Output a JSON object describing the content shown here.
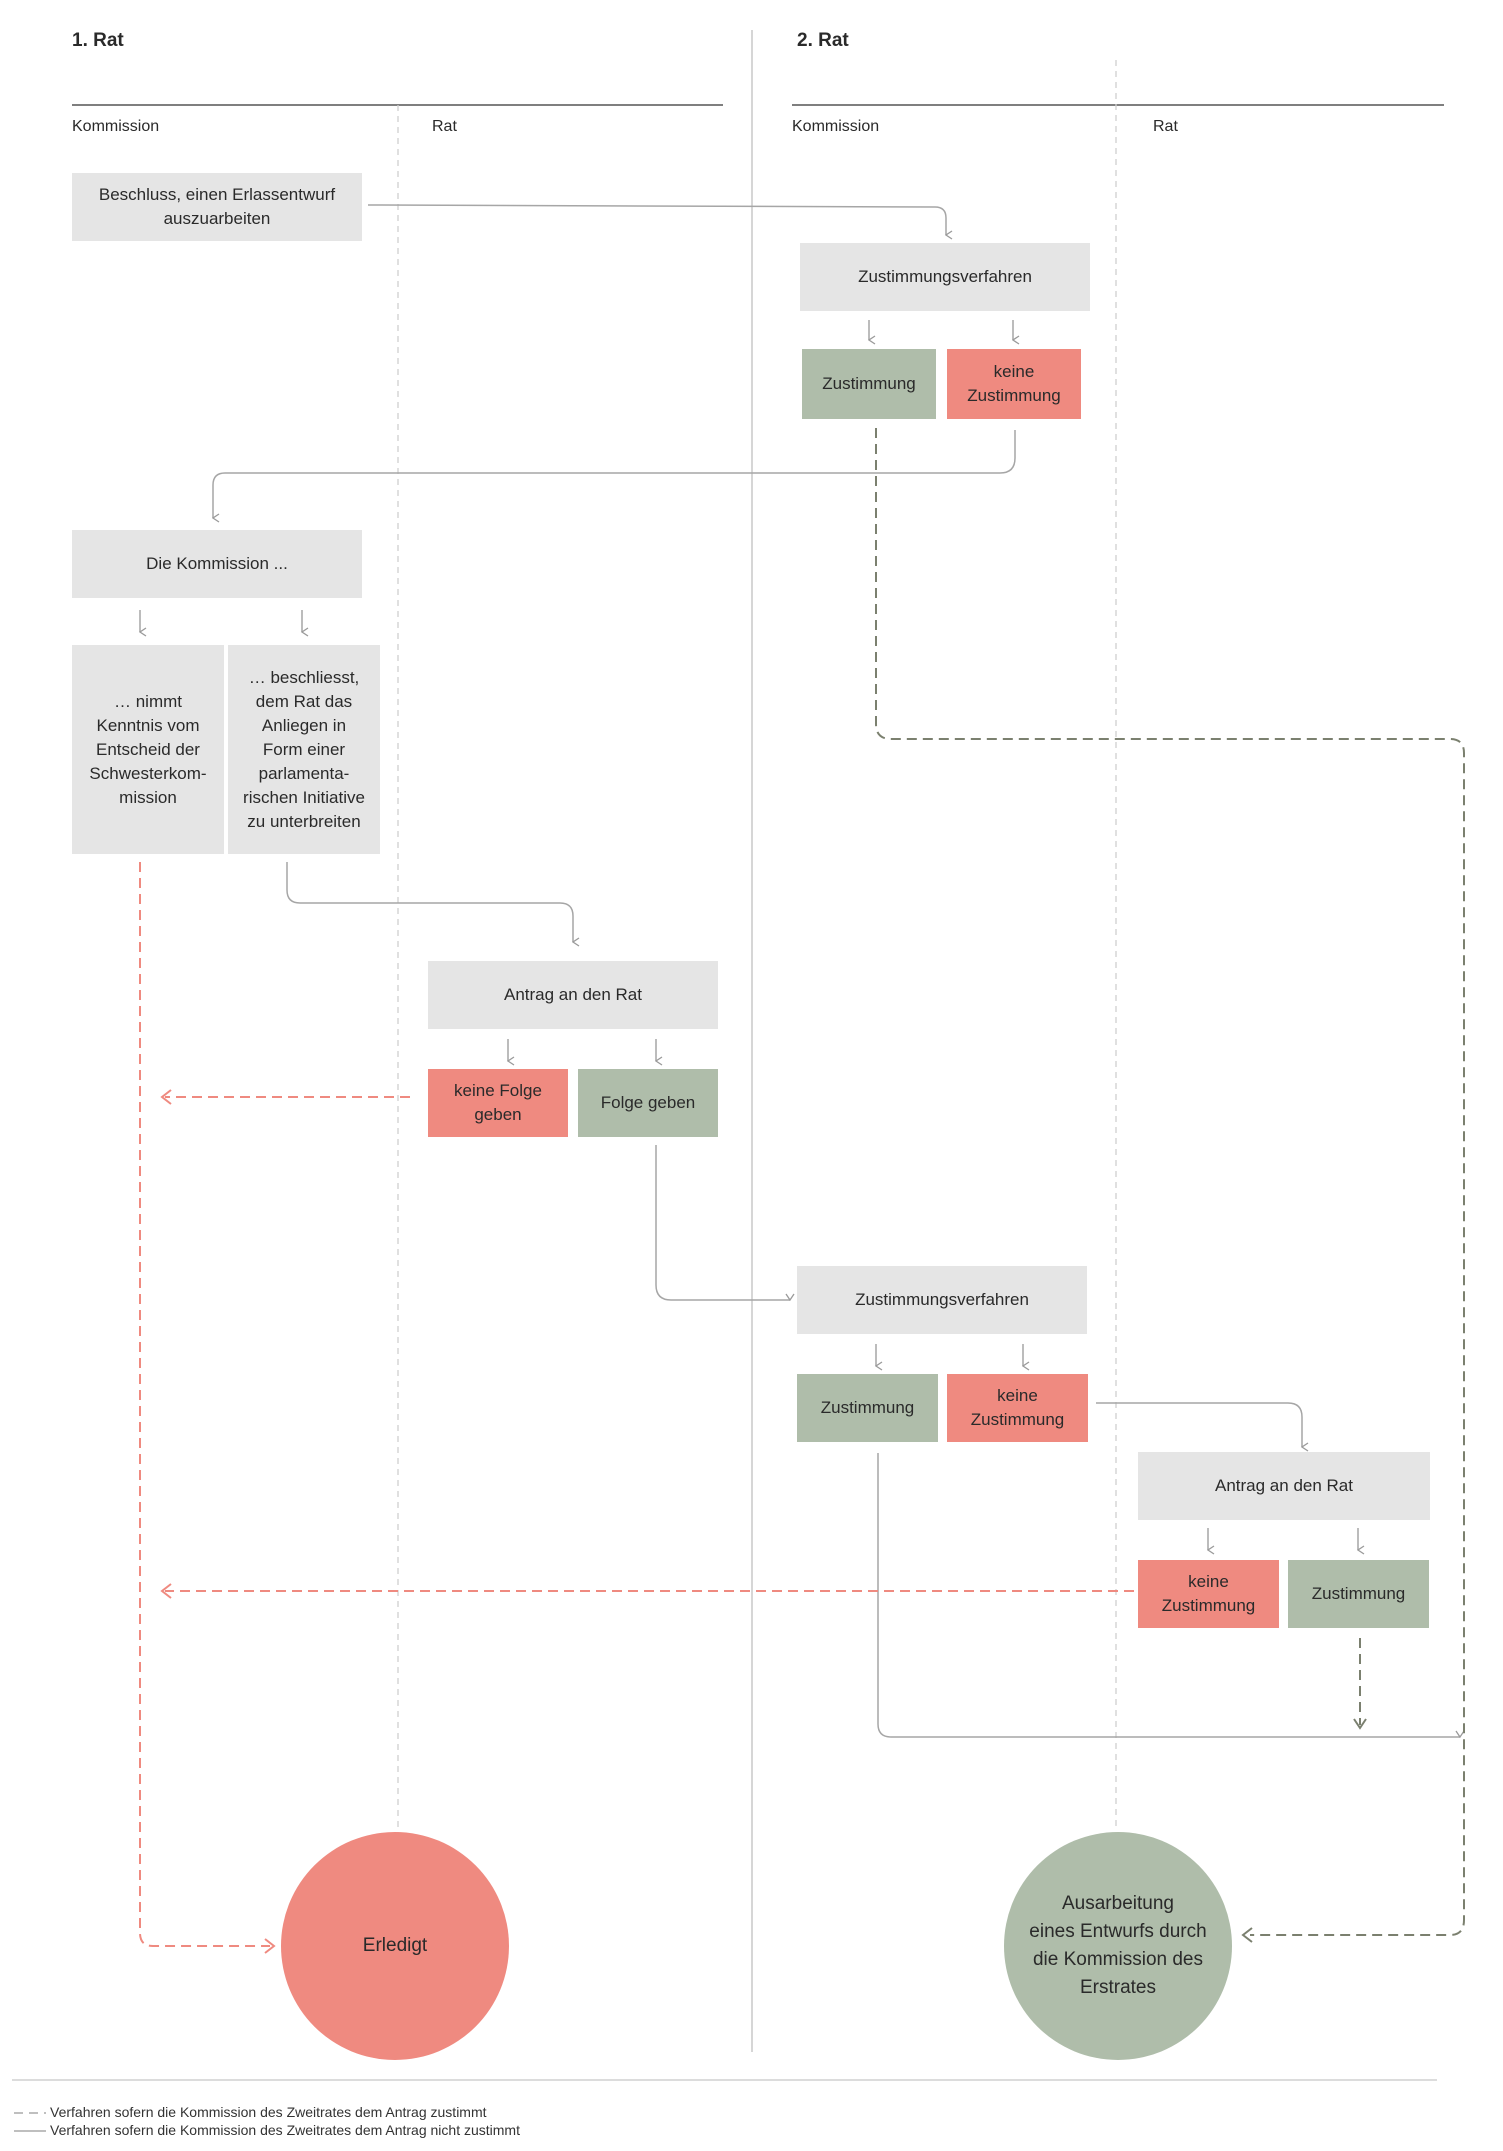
{
  "headers": {
    "rat1": "1. Rat",
    "rat2": "2. Rat"
  },
  "lanes": {
    "rat1_kommission": "Kommission",
    "rat1_rat": "Rat",
    "rat2_kommission": "Kommission",
    "rat2_rat": "Rat"
  },
  "nodes": {
    "beschluss": "Beschluss, einen Erlassentwurf\nauszuarbeiten",
    "zustimmungsverfahren_1": "Zustimmungsverfahren",
    "zustimmung_1": "Zustimmung",
    "keine_zustimmung_1": "keine\nZustimmung",
    "die_kommission": "Die Kommission ...",
    "nimmt_kenntnis": "… nimmt\nKenntnis vom\nEntscheid der\nSchwesterkom-\nmission",
    "beschliesst": "… beschliesst,\ndem Rat das\nAnliegen in\nForm einer\nparlamenta-\nrischen Initiative\nzu unterbreiten",
    "antrag_1": "Antrag an den Rat",
    "keine_folge": "keine Folge\ngeben",
    "folge_geben": "Folge geben",
    "zustimmungsverfahren_2": "Zustimmungsverfahren",
    "zustimmung_2": "Zustimmung",
    "keine_zustimmung_2": "keine\nZustimmung",
    "antrag_2": "Antrag an den Rat",
    "keine_zustimmung_3": "keine\nZustimmung",
    "zustimmung_3": "Zustimmung",
    "erledigt": "Erledigt",
    "ausarbeitung": "Ausarbeitung\neines Entwurfs durch\ndie Kommission des\nErstrates"
  },
  "legend": {
    "dashed": "Verfahren sofern die Kommission des Zweitrates dem Antrag zustimmt",
    "solid": "Verfahren sofern die Kommission des Zweitrates dem Antrag nicht zustimmt"
  },
  "colors": {
    "grey_box": "#e5e5e5",
    "agree_green": "#afbdaa",
    "reject_red": "#ef8a80",
    "flow_grey": "#a6a6a6",
    "reject_dashed": "#ef8a80",
    "agree_dashed": "#7b806f"
  }
}
